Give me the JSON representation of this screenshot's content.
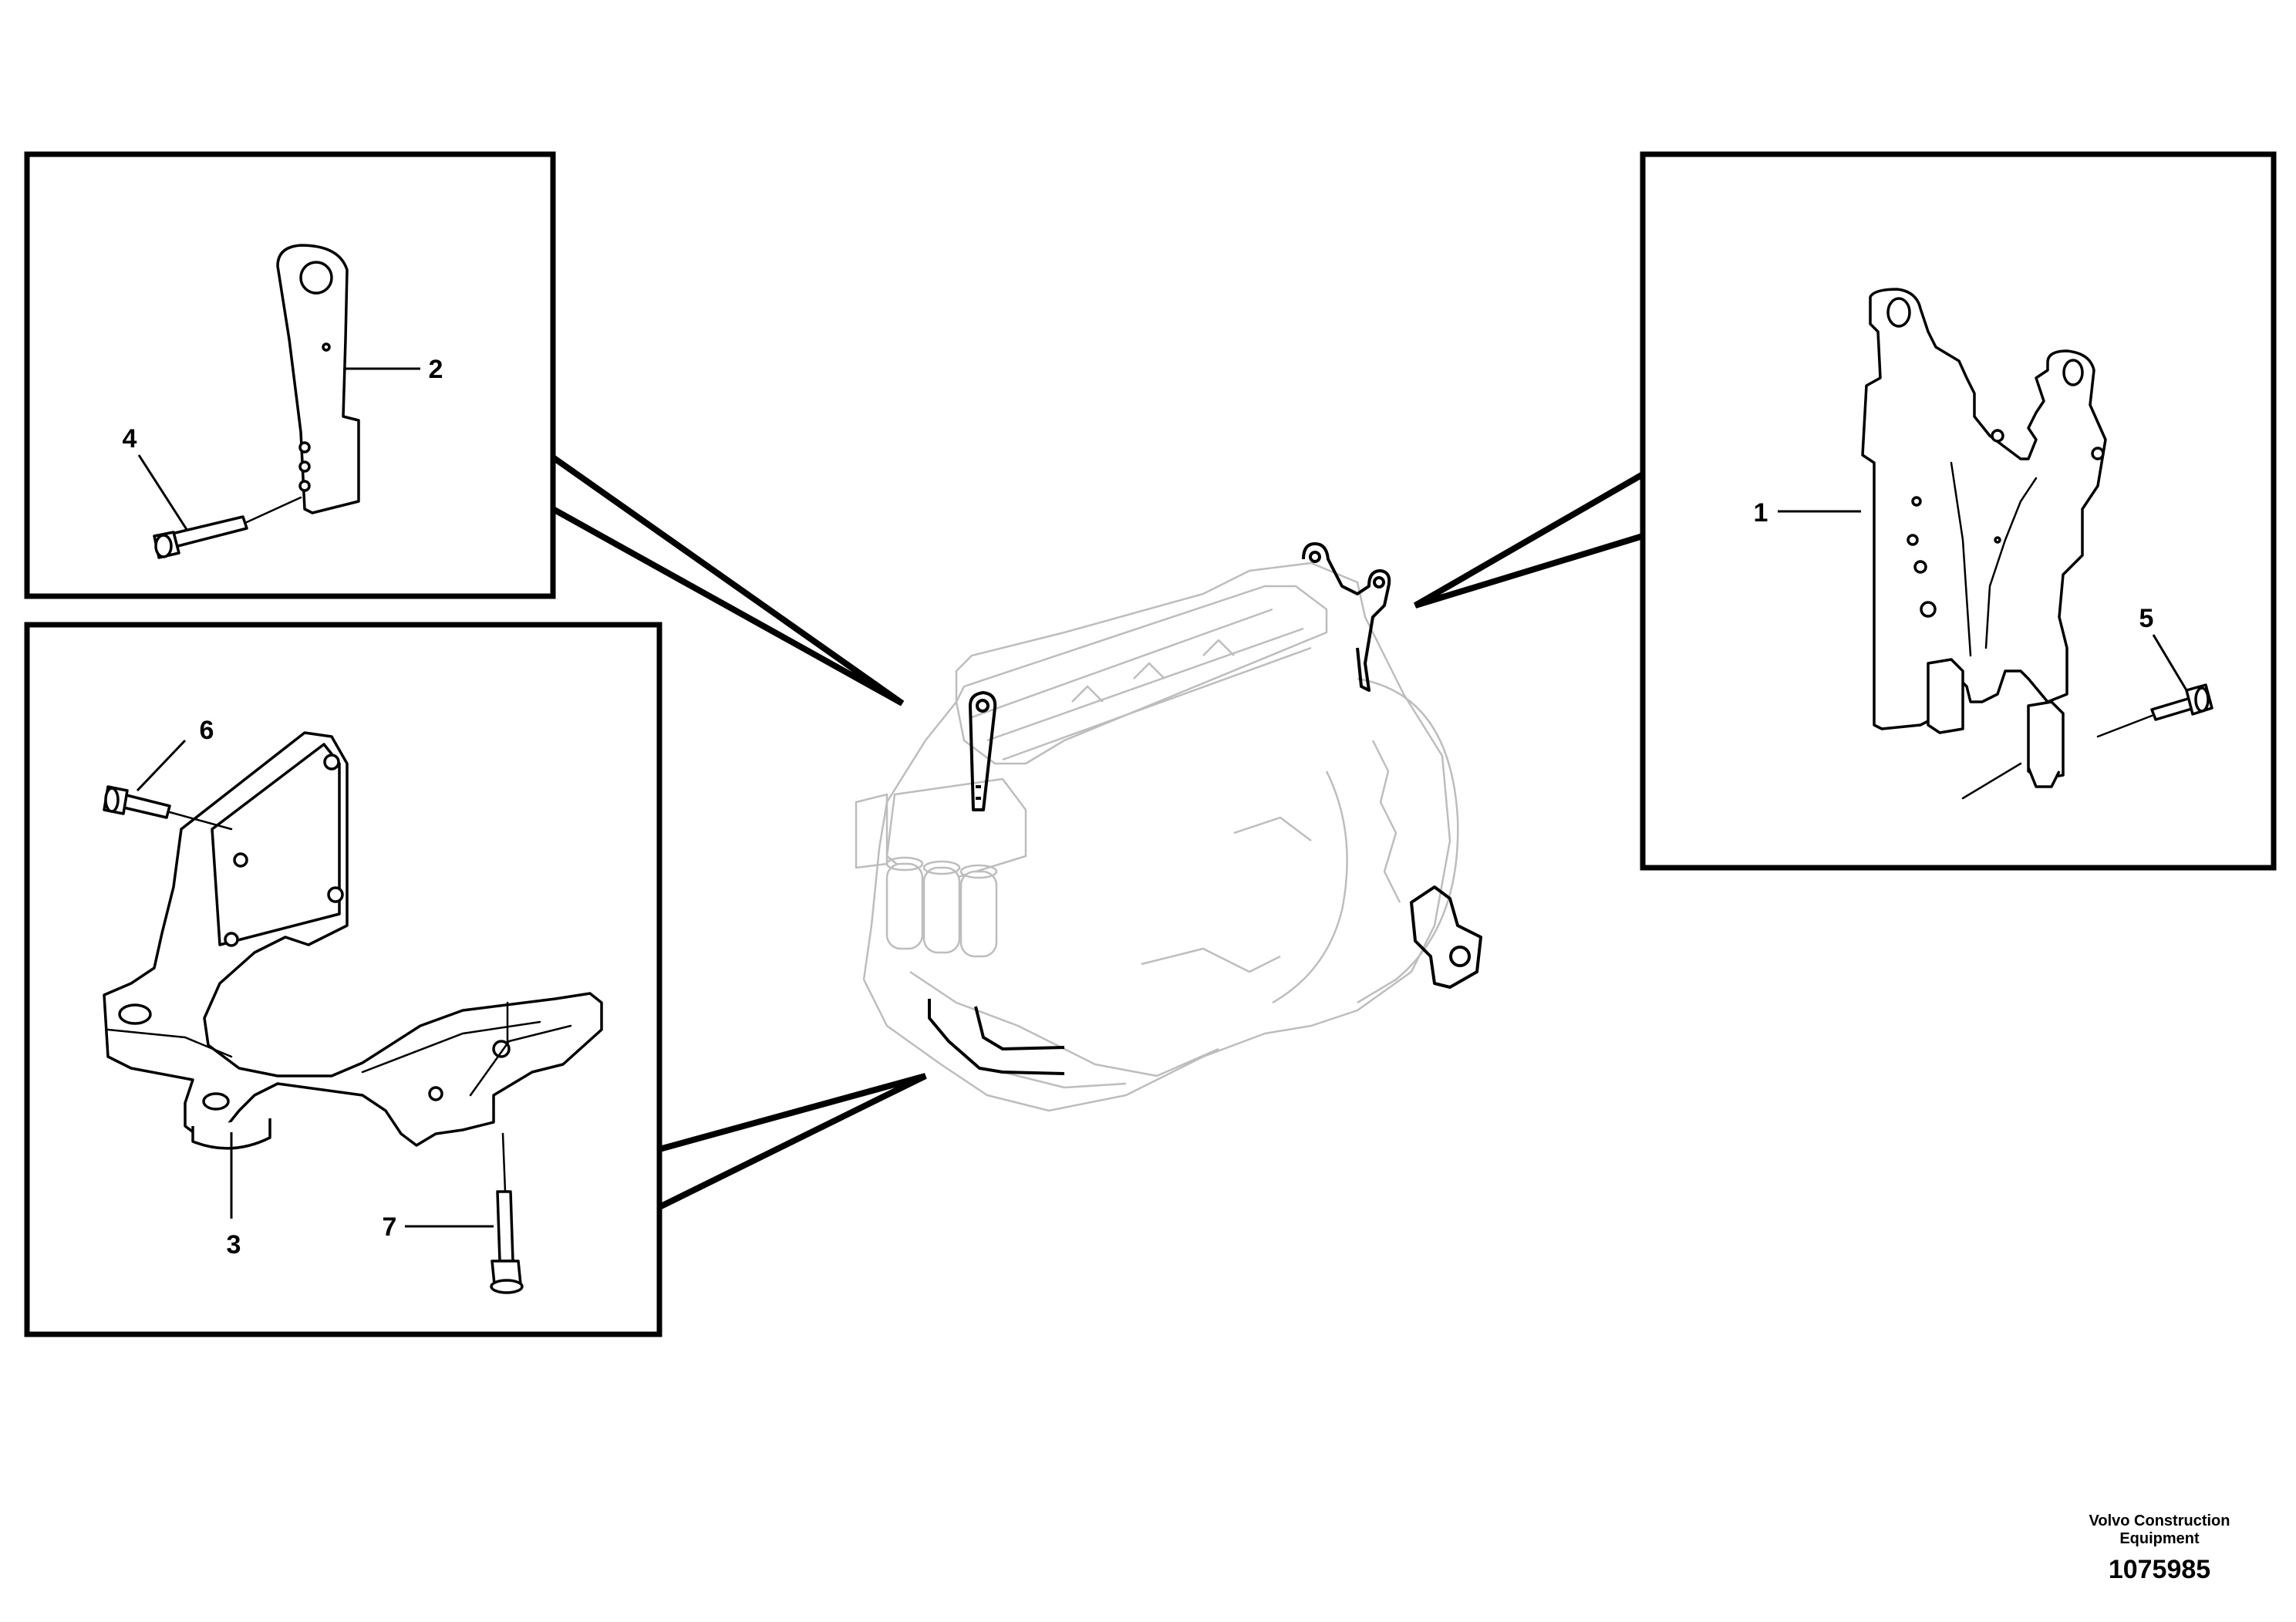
{
  "callouts": {
    "c1": "1",
    "c2": "2",
    "c3": "3",
    "c4": "4",
    "c5": "5",
    "c6": "6",
    "c7": "7"
  },
  "footer": {
    "company_line1": "Volvo Construction",
    "company_line2": "Equipment",
    "figure_number": "1075985"
  },
  "colors": {
    "line": "#000000",
    "ghost_engine": "#bdbdbd",
    "background": "#ffffff"
  },
  "icons": {
    "bolt": "bolt-icon",
    "bracket": "bracket-icon"
  }
}
